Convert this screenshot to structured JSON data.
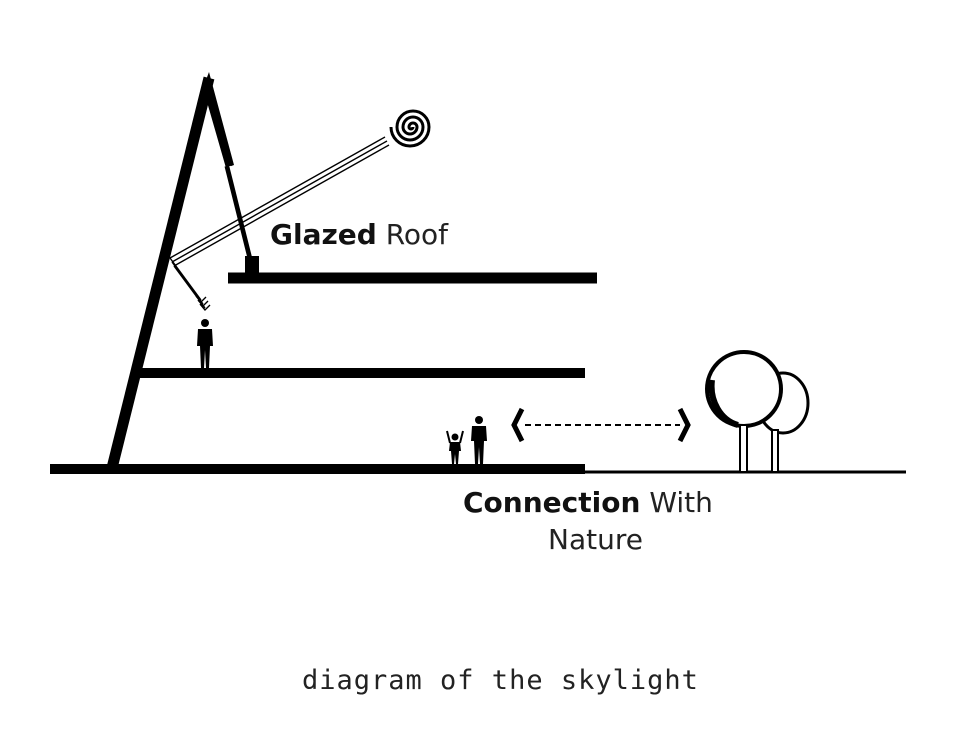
{
  "labels": {
    "glazed_bold": "Glazed",
    "glazed_regular": "Roof",
    "connection_bold": "Connection",
    "connection_regular": "With",
    "nature": "Nature"
  },
  "caption": "diagram of the skylight",
  "icons": {
    "sun": "spiral-sun-icon",
    "people": "person-silhouette-icon",
    "trees": "tree-icon",
    "arrow": "double-headed-dashed-arrow-icon"
  },
  "colors": {
    "ink": "#000000",
    "background": "#ffffff"
  }
}
